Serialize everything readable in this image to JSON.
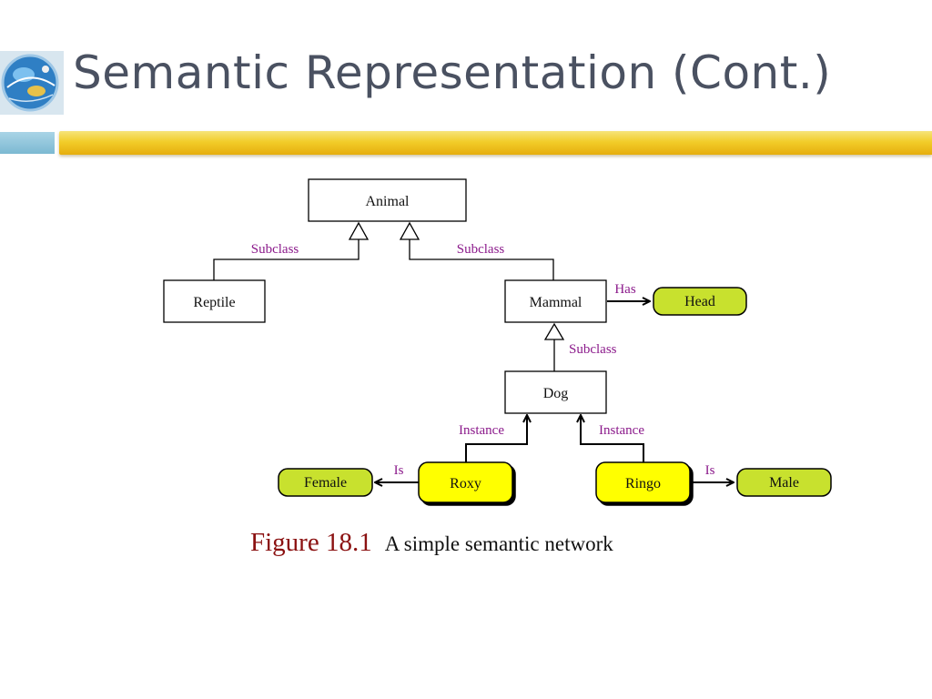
{
  "slide": {
    "title": "Semantic Representation (Cont.)",
    "logo_icon": "globe-logo-icon",
    "colors": {
      "title": "#4a5161",
      "gold_bar": "#f2cd2a",
      "accent_block": "#8cc3da",
      "edge_label": "#8b1a8b",
      "lime_node": "#c8e12e",
      "yellow_node": "#ffff00",
      "caption_label": "#8b1111"
    }
  },
  "diagram": {
    "nodes": {
      "animal": "Animal",
      "reptile": "Reptile",
      "mammal": "Mammal",
      "head": "Head",
      "dog": "Dog",
      "roxy": "Roxy",
      "ringo": "Ringo",
      "female": "Female",
      "male": "Male"
    },
    "edges": {
      "reptile_animal": "Subclass",
      "mammal_animal": "Subclass",
      "mammal_head": "Has",
      "dog_mammal": "Subclass",
      "roxy_dog": "Instance",
      "ringo_dog": "Instance",
      "roxy_female": "Is",
      "ringo_male": "Is"
    }
  },
  "caption": {
    "label": "Figure 18.1",
    "text": "A simple semantic network"
  }
}
